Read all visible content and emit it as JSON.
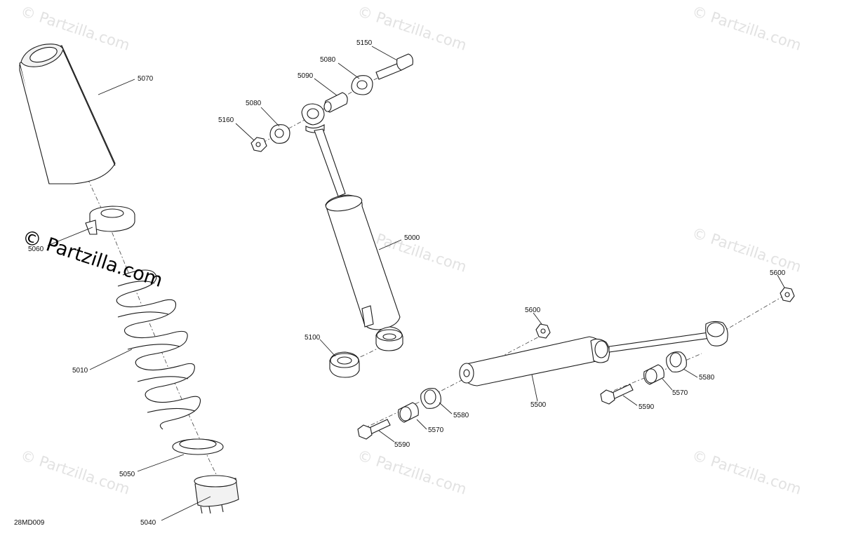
{
  "drawing_code": "28MD009",
  "watermark": {
    "text": "© Partzilla.com",
    "color": "#e2e2e2",
    "bold_color": "#000000"
  },
  "callouts": {
    "c5070": "5070",
    "c5060": "5060",
    "c5010": "5010",
    "c5050": "5050",
    "c5040": "5040",
    "c5150": "5150",
    "c5080a": "5080",
    "c5090": "5090",
    "c5080b": "5080",
    "c5160": "5160",
    "c5000": "5000",
    "c5100": "5100",
    "c5600a": "5600",
    "c5600b": "5600",
    "c5580a": "5580",
    "c5580b": "5580",
    "c5570a": "5570",
    "c5570b": "5570",
    "c5590a": "5590",
    "c5590b": "5590",
    "c5500": "5500"
  }
}
